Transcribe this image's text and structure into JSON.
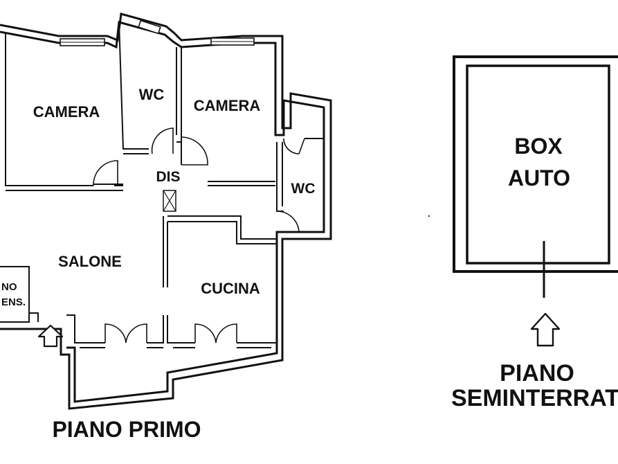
{
  "floor_plan": {
    "title": "PIANO PRIMO",
    "rooms": {
      "camera_left": "CAMERA",
      "wc_top": "WC",
      "camera_right": "CAMERA",
      "dis": "DIS",
      "wc_right": "WC",
      "salone": "SALONE",
      "cucina": "CUCINA",
      "vano_line1": "NO",
      "vano_line2": "ENS."
    }
  },
  "garage": {
    "box_line1": "BOX",
    "box_line2": "AUTO",
    "title_line1": "PIANO",
    "title_line2": "SEMINTERRATO"
  },
  "icons": [
    "entrance-arrow-icon",
    "garage-entrance-arrow-icon",
    "elevator-shaft-icon"
  ]
}
